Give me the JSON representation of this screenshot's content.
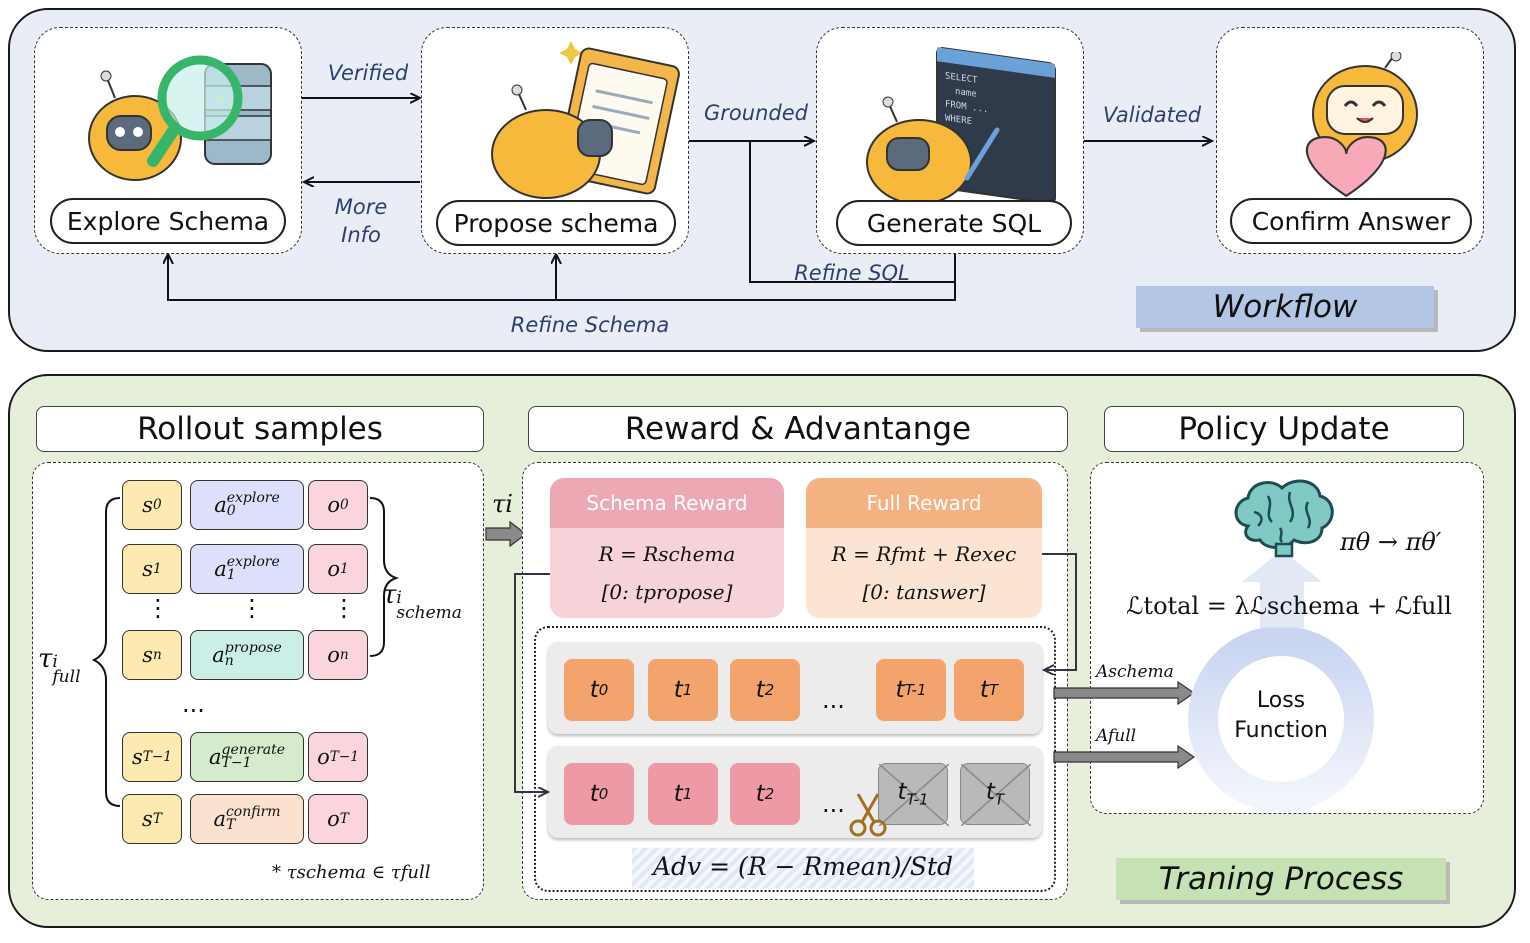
{
  "workflow": {
    "title": "Workflow",
    "steps": [
      "Explore Schema",
      "Propose schema",
      "Generate SQL",
      "Confirm Answer"
    ],
    "edges": {
      "verified": "Verified",
      "more_info_1": "More",
      "more_info_2": "Info",
      "grounded": "Grounded",
      "validated": "Validated",
      "refine_sql": "Refine SQL",
      "refine_schema": "Refine Schema"
    }
  },
  "training": {
    "title": "Traning Process",
    "rollout_title": "Rollout samples",
    "reward_title": "Reward & Advantange",
    "policy_title": "Policy Update",
    "rollout": {
      "ellipsis": "...",
      "dots": "⋮",
      "footnote": "* τschema ∈ τfull",
      "tau_in": "τi"
    },
    "schema_reward": {
      "header": "Schema Reward",
      "formula": "R = Rschema",
      "range": "[0: tpropose]"
    },
    "full_reward": {
      "header": "Full Reward",
      "formula": "R = Rfmt + Rexec",
      "range": "[0: tanswer]"
    },
    "tokens": {
      "ellipsis": "...",
      "labels": [
        "t0",
        "t1",
        "t2",
        "tT-1",
        "tT"
      ]
    },
    "advantage_formula": "Adv = (R − Rmean)/Std",
    "adv_schema": "Aschema",
    "adv_full": "Afull",
    "loss": {
      "line1": "Loss",
      "line2": "Function"
    },
    "loss_total": "ℒtotal = λℒschema + ℒfull",
    "policy": "πθ → πθ′"
  },
  "colors": {
    "workflow_bg": "#e9edf5",
    "training_bg": "#e6efda",
    "workflow_tag": "#b4c6e6",
    "training_tag": "#c6e2b4",
    "state": "#fdeab0",
    "explore": "#dce0fa",
    "propose": "#cbeee6",
    "generate": "#d6ebcc",
    "confirm": "#fbe2cf",
    "obs": "#fbd5dc",
    "schema_reward": "#f5d3d8",
    "schema_reward_head": "#eda9b3",
    "full_reward": "#fbe5d2",
    "full_reward_head": "#f4b181",
    "token_orange": "#f3a46d",
    "token_pink": "#ee9aa6",
    "token_gray": "#b9b9b9"
  }
}
